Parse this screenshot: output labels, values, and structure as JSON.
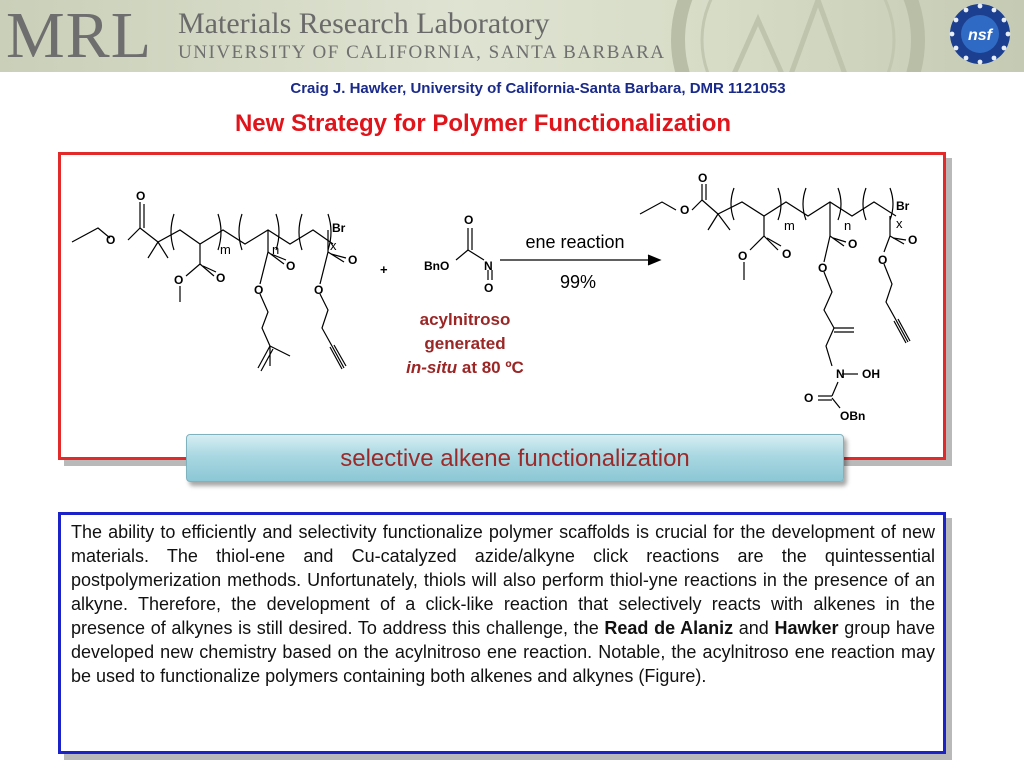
{
  "banner": {
    "logo": "MRL",
    "title": "Materials Research Laboratory",
    "subtitle": "UNIVERSITY OF CALIFORNIA, SANTA BARBARA",
    "nsf_logo": "nsf"
  },
  "author_line": "Craig J. Hawker, University of California-Santa  Barbara, DMR 1121053",
  "title": "New Strategy for Polymer Functionalization",
  "figure": {
    "reaction_condition": "ene reaction",
    "yield": "99%",
    "plus": "+",
    "reagent_label_line1": "acylnitroso",
    "reagent_label_line2": "generated",
    "reagent_label_italic": "in-situ",
    "reagent_label_rest": " at 80 ºC",
    "atom_labels": {
      "O": "O",
      "Br": "Br",
      "m": "m",
      "n": "n",
      "x": "x",
      "BnO": "BnO",
      "N": "N",
      "OH": "OH",
      "OBn": "OBn"
    }
  },
  "banner_caption": "selective alkene functionalization",
  "body": {
    "part1": "The ability to efficiently and selectivity functionalize polymer scaffolds is crucial for the development of new materials. The thiol-ene and Cu-catalyzed azide/alkyne click reactions are the quintessential postpolymerization methods.  Unfortunately, thiols will also perform thiol-yne reactions in the presence of an alkyne.  Therefore, the development of a click-like reaction that selectively reacts with alkenes in the presence of alkynes is still desired.  To address this challenge, the ",
    "bold1": "Read de Alaniz",
    "part2": " and ",
    "bold2": "Hawker",
    "part3": " group have developed new chemistry based on the acylnitroso ene reaction.  Notable, the acylnitroso ene reaction may be used to functionalize polymers containing both alkenes and alkynes (Figure)."
  },
  "colors": {
    "title_red": "#e0141b",
    "author_blue": "#1a2a8a",
    "figure_border": "#e22a2a",
    "text_border": "#1a22c8",
    "reagent_label": "#9b2626"
  }
}
